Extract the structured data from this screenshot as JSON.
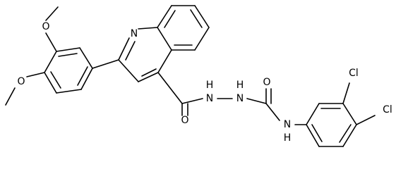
{
  "atoms": {
    "n_quinoline": "N",
    "o_methoxy_top": "O",
    "o_methoxy_left": "O",
    "o_carbonyl_left": "O",
    "nh_hydrazide_1": "H",
    "nh_hydrazide_1_n": "N",
    "nh_hydrazide_2": "H",
    "nh_hydrazide_2_n": "N",
    "o_carbonyl_right": "O",
    "nh_amide": "N",
    "nh_amide_h": "H",
    "cl_top": "Cl",
    "cl_right": "Cl"
  }
}
